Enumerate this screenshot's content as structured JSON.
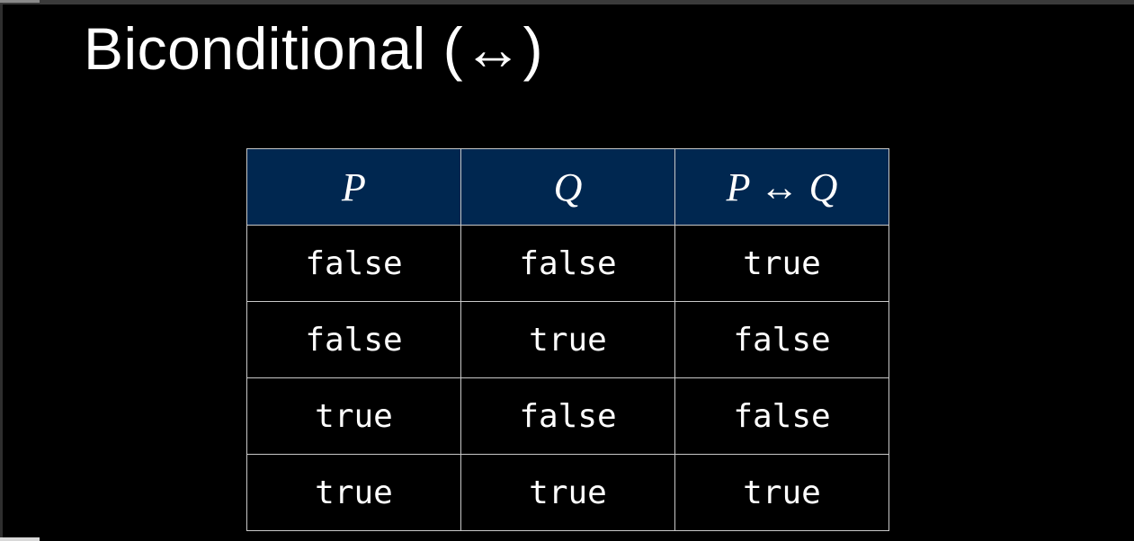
{
  "slide": {
    "title": "Biconditional (↔)"
  },
  "truth_table": {
    "headers": [
      "P",
      "Q",
      "P ↔ Q"
    ],
    "rows": [
      [
        "false",
        "false",
        "true"
      ],
      [
        "false",
        "true",
        "false"
      ],
      [
        "true",
        "false",
        "false"
      ],
      [
        "true",
        "true",
        "true"
      ]
    ],
    "colors": {
      "header_background": "#002750",
      "page_background": "#000000",
      "text": "#ffffff",
      "grid": "#c8c8c8"
    }
  }
}
